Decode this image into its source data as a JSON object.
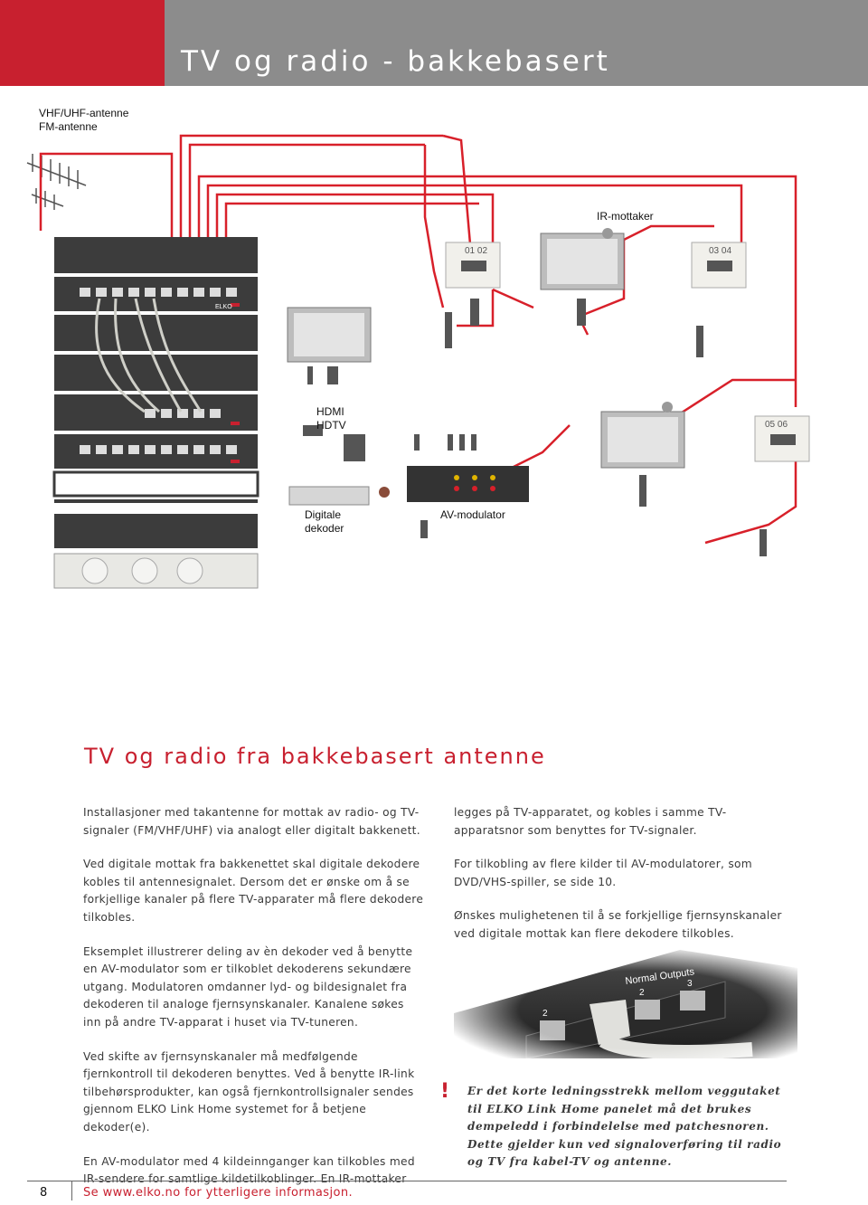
{
  "header": {
    "title": "TV og radio - bakkebasert"
  },
  "diagram": {
    "antenna_label_line1": "VHF/UHF-antenne",
    "antenna_label_line2": "FM-antenne",
    "ir_receiver_label": "IR-mottaker",
    "hdmi_label_line1": "HDMI",
    "hdmi_label_line2": "HDTV",
    "decoder_label_line1": "Digitale",
    "decoder_label_line2": "dekoder",
    "av_modulator_label": "AV-modulator",
    "outlet_1_label": "01  02",
    "outlet_2_label": "03  04",
    "outlet_3_label": "05  06",
    "panel_brand": "ELKO"
  },
  "section_title": "TV og radio fra bakkebasert antenne",
  "left_column": {
    "p1": "Installasjoner med takantenne for mottak av radio- og TV-signaler (FM/VHF/UHF) via analogt eller digitalt bakkenett.",
    "p2": "Ved digitale mottak fra bakkenettet skal digitale dekodere kobles til antennesignalet. Dersom det er ønske om å se forkjellige kanaler på flere TV-apparater må flere dekodere tilkobles.",
    "p3": "Eksemplet illustrerer deling av èn dekoder ved å benytte en AV-modulator som er tilkoblet dekoderens sekundære utgang. Modulatoren omdanner lyd- og bildesignalet fra dekoderen til analoge fjernsynskanaler. Kanalene søkes inn på andre TV-apparat i huset via TV-tuneren.",
    "p4": "Ved skifte av fjernsynskanaler må medfølgende fjernkontroll til dekoderen benyttes. Ved å benytte IR-link tilbehørsprodukter, kan også fjernkontrollsignaler sendes gjennom ELKO Link Home systemet for å betjene dekoder(e).",
    "p5": "En AV-modulator med 4 kildeinnganger kan tilkobles med IR-sendere for samtlige kildetilkoblinger. En IR-mottaker"
  },
  "right_column": {
    "p1": "legges på TV-apparatet, og kobles i samme TV-apparatsnor som benyttes for TV-signaler.",
    "p2": "For tilkobling av flere kilder til AV-modulatorer, som DVD/VHS-spiller, se side 10.",
    "p3": "Ønskes mulighetenen til å se forkjellige fjernsynskanaler ved digitale mottak kan flere dekodere tilkobles."
  },
  "photo": {
    "label_normal_outputs": "Normal Outputs",
    "port_2": "2",
    "port_3": "3",
    "port_2b": "2"
  },
  "note": {
    "bang": "!",
    "text": "Er det korte ledningsstrekk mellom veggutaket til ELKO Link Home panelet må det brukes dempeledd i forbindelelse med patchesnoren. Dette gjelder kun ved signaloverføring til radio og TV fra kabel-TV og antenne."
  },
  "footer": {
    "page_number": "8",
    "text": "Se www.elko.no for ytterligere informasjon."
  },
  "colors": {
    "brand_red": "#c8202f",
    "header_gray": "#8c8c8c"
  }
}
